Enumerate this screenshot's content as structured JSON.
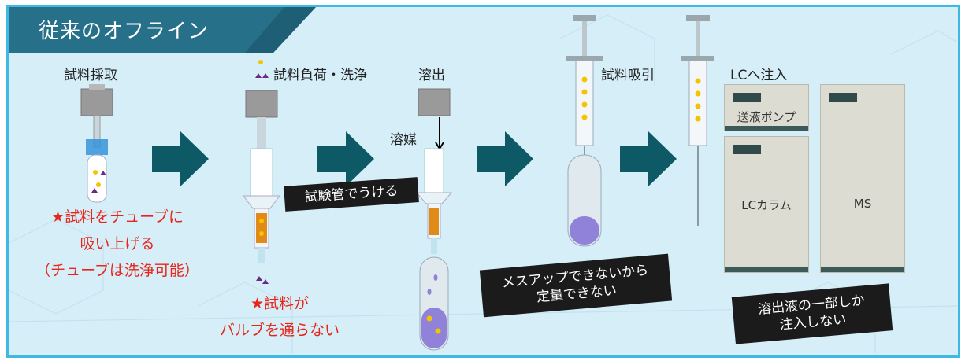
{
  "title": "従来のオフライン",
  "steps": {
    "step1_label": "試料採取",
    "step2_label": "試料負荷・洗浄",
    "step3_label": "溶出",
    "step3_solvent": "溶媒",
    "step4_label": "試料吸引",
    "step5_label": "LCへ注入"
  },
  "notes": {
    "tube_note_line1": "★試料をチューブに",
    "tube_note_line2": "吸い上げる",
    "tube_note_line3": "（チューブは洗浄可能）",
    "valve_note_line1": "★試料が",
    "valve_note_line2": "バルブを通らない"
  },
  "callouts": {
    "test_tube": "試験管でうける",
    "no_volume_line1": "メスアップできないから",
    "no_volume_line2": "定量できない",
    "partial_line1": "溶出液の一部しか",
    "partial_line2": "注入しない"
  },
  "instrument": {
    "pump": "送液ポンプ",
    "column": "LCカラム",
    "ms": "MS"
  },
  "colors": {
    "frame": "#3fb8e3",
    "title_bg": "#27708a",
    "arrow": "#0d5a66",
    "note_red": "#e8251b",
    "callout_bg": "#1b1b1b"
  }
}
